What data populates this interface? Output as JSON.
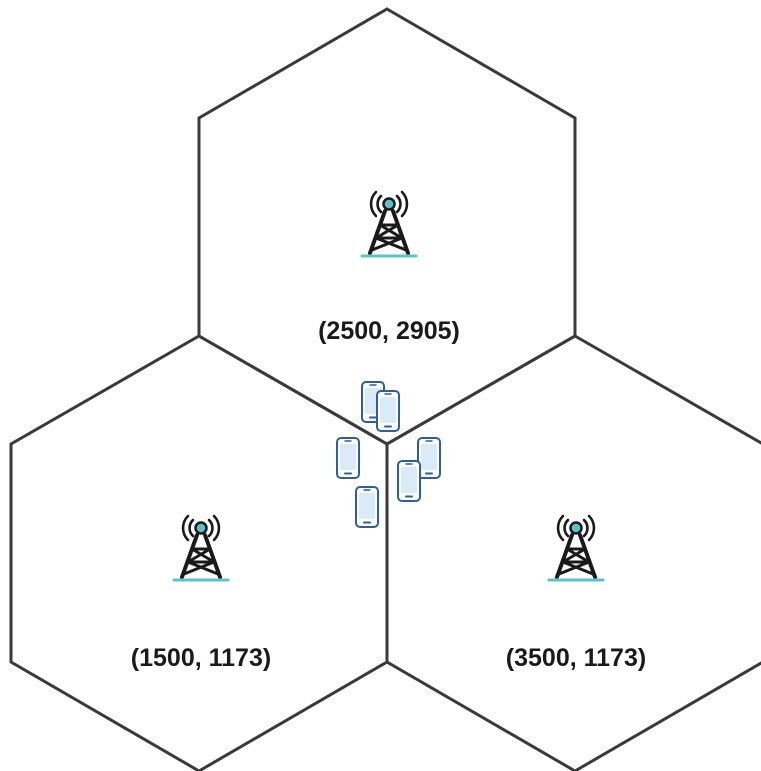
{
  "colors": {
    "outline": "#3a3a3a",
    "tower": "#1a1a1a",
    "antenna_accent": "#5cc3c8",
    "phone_stroke": "#2f5f9a",
    "phone_fill": "#dbeaf8"
  },
  "cells": [
    {
      "id": "top",
      "label": "(2500, 2905)",
      "icon": "cell-tower-icon"
    },
    {
      "id": "left",
      "label": "(1500, 1173)",
      "icon": "cell-tower-icon"
    },
    {
      "id": "right",
      "label": "(3500, 1173)",
      "icon": "cell-tower-icon"
    }
  ],
  "phones": {
    "icon": "smartphone-icon",
    "count": 6
  }
}
